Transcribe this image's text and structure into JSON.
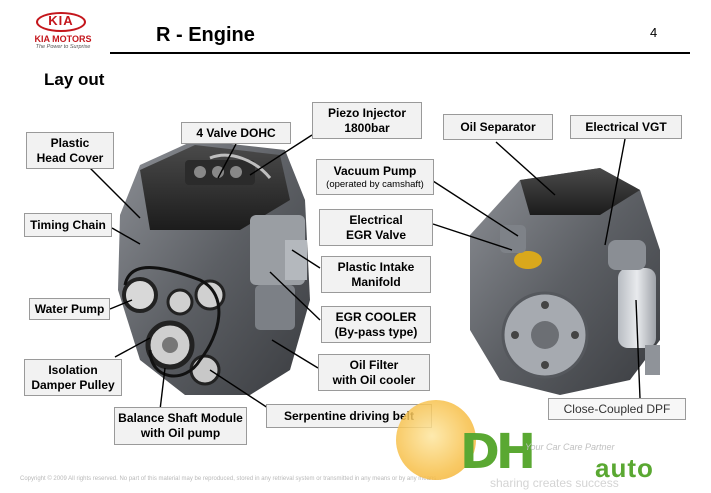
{
  "header": {
    "logo_brand": "KIA",
    "logo_motors": "KIA MOTORS",
    "logo_tagline": "The Power to Surprise",
    "title": "R - Engine",
    "page_number": "4"
  },
  "section_title": "Lay out",
  "labels": {
    "plastic_head_cover": [
      "Plastic",
      "Head Cover"
    ],
    "valve_dohc": "4 Valve DOHC",
    "piezo_injector": [
      "Piezo Injector",
      "1800bar"
    ],
    "oil_separator": "Oil Separator",
    "electrical_vgt": "Electrical VGT",
    "vacuum_pump": "Vacuum Pump",
    "vacuum_pump_note": "(operated by camshaft)",
    "electrical_egr_valve": [
      "Electrical",
      "EGR Valve"
    ],
    "timing_chain": "Timing Chain",
    "plastic_intake_manifold": [
      "Plastic Intake",
      "Manifold"
    ],
    "water_pump": "Water Pump",
    "egr_cooler": [
      "EGR COOLER",
      "(By-pass type)"
    ],
    "isolation_damper_pulley": [
      "Isolation",
      "Damper Pulley"
    ],
    "oil_filter": [
      "Oil Filter",
      "with Oil cooler"
    ],
    "balance_shaft_module": [
      "Balance Shaft Module",
      "with Oil pump"
    ],
    "serpentine_belt": "Serpentine driving belt",
    "close_coupled_dpf": "Close-Coupled DPF"
  },
  "footer": {
    "copyright": "Copyright © 2009 All rights reserved. No part of this material may be reproduced, stored in any retrieval system or transmitted in any means or by any means..."
  },
  "watermark": {
    "brand_mark": "DH",
    "brand_auto": "auto",
    "tagline": "Your Car Care Partner",
    "slogan": "sharing creates success"
  },
  "colors": {
    "brand_red": "#c4161c",
    "label_bg": "#f2f2f2",
    "label_border": "#9a9a9a",
    "watermark_green": "#5aa832",
    "watermark_orange": "#f7c04a"
  }
}
